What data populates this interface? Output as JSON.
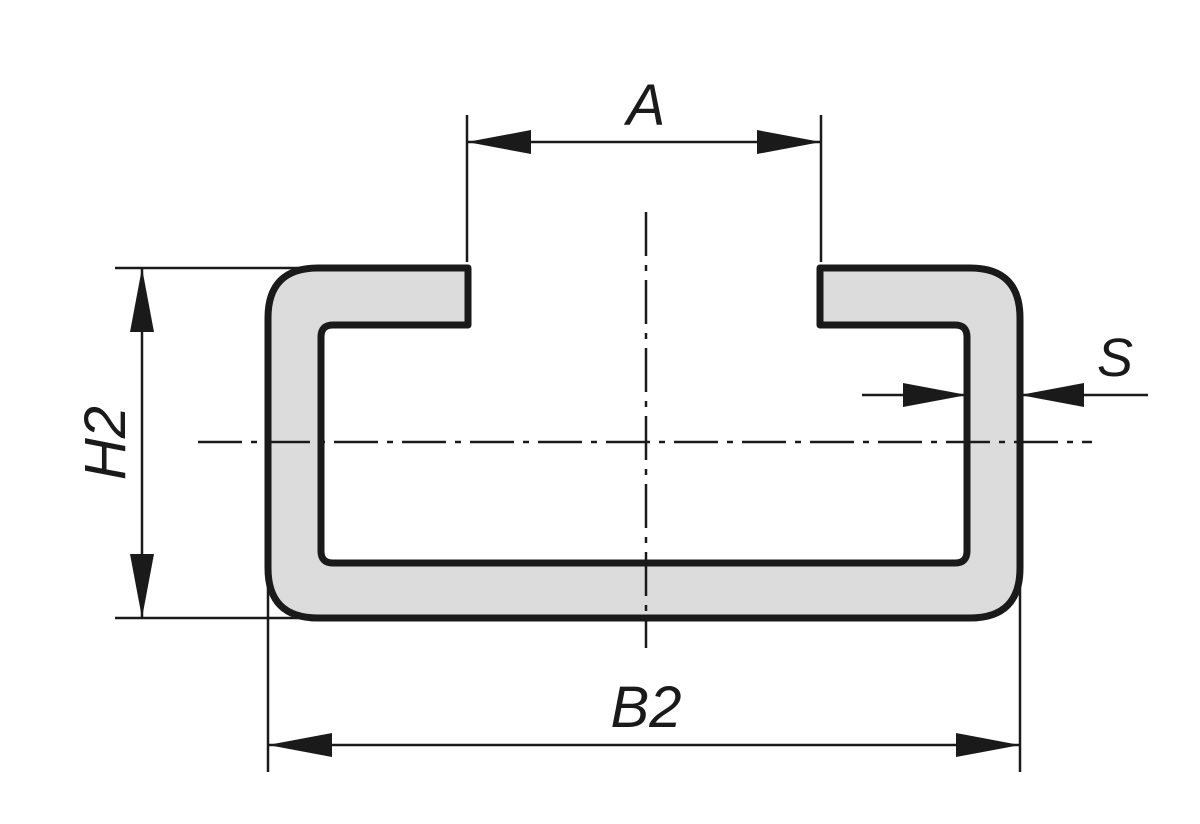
{
  "dimensions": {
    "A": "A",
    "B2": "B2",
    "H2": "H2",
    "S": "S"
  },
  "colors": {
    "profile_fill": "#dcdcdc",
    "line": "#1a1a1a",
    "background": "#ffffff"
  }
}
